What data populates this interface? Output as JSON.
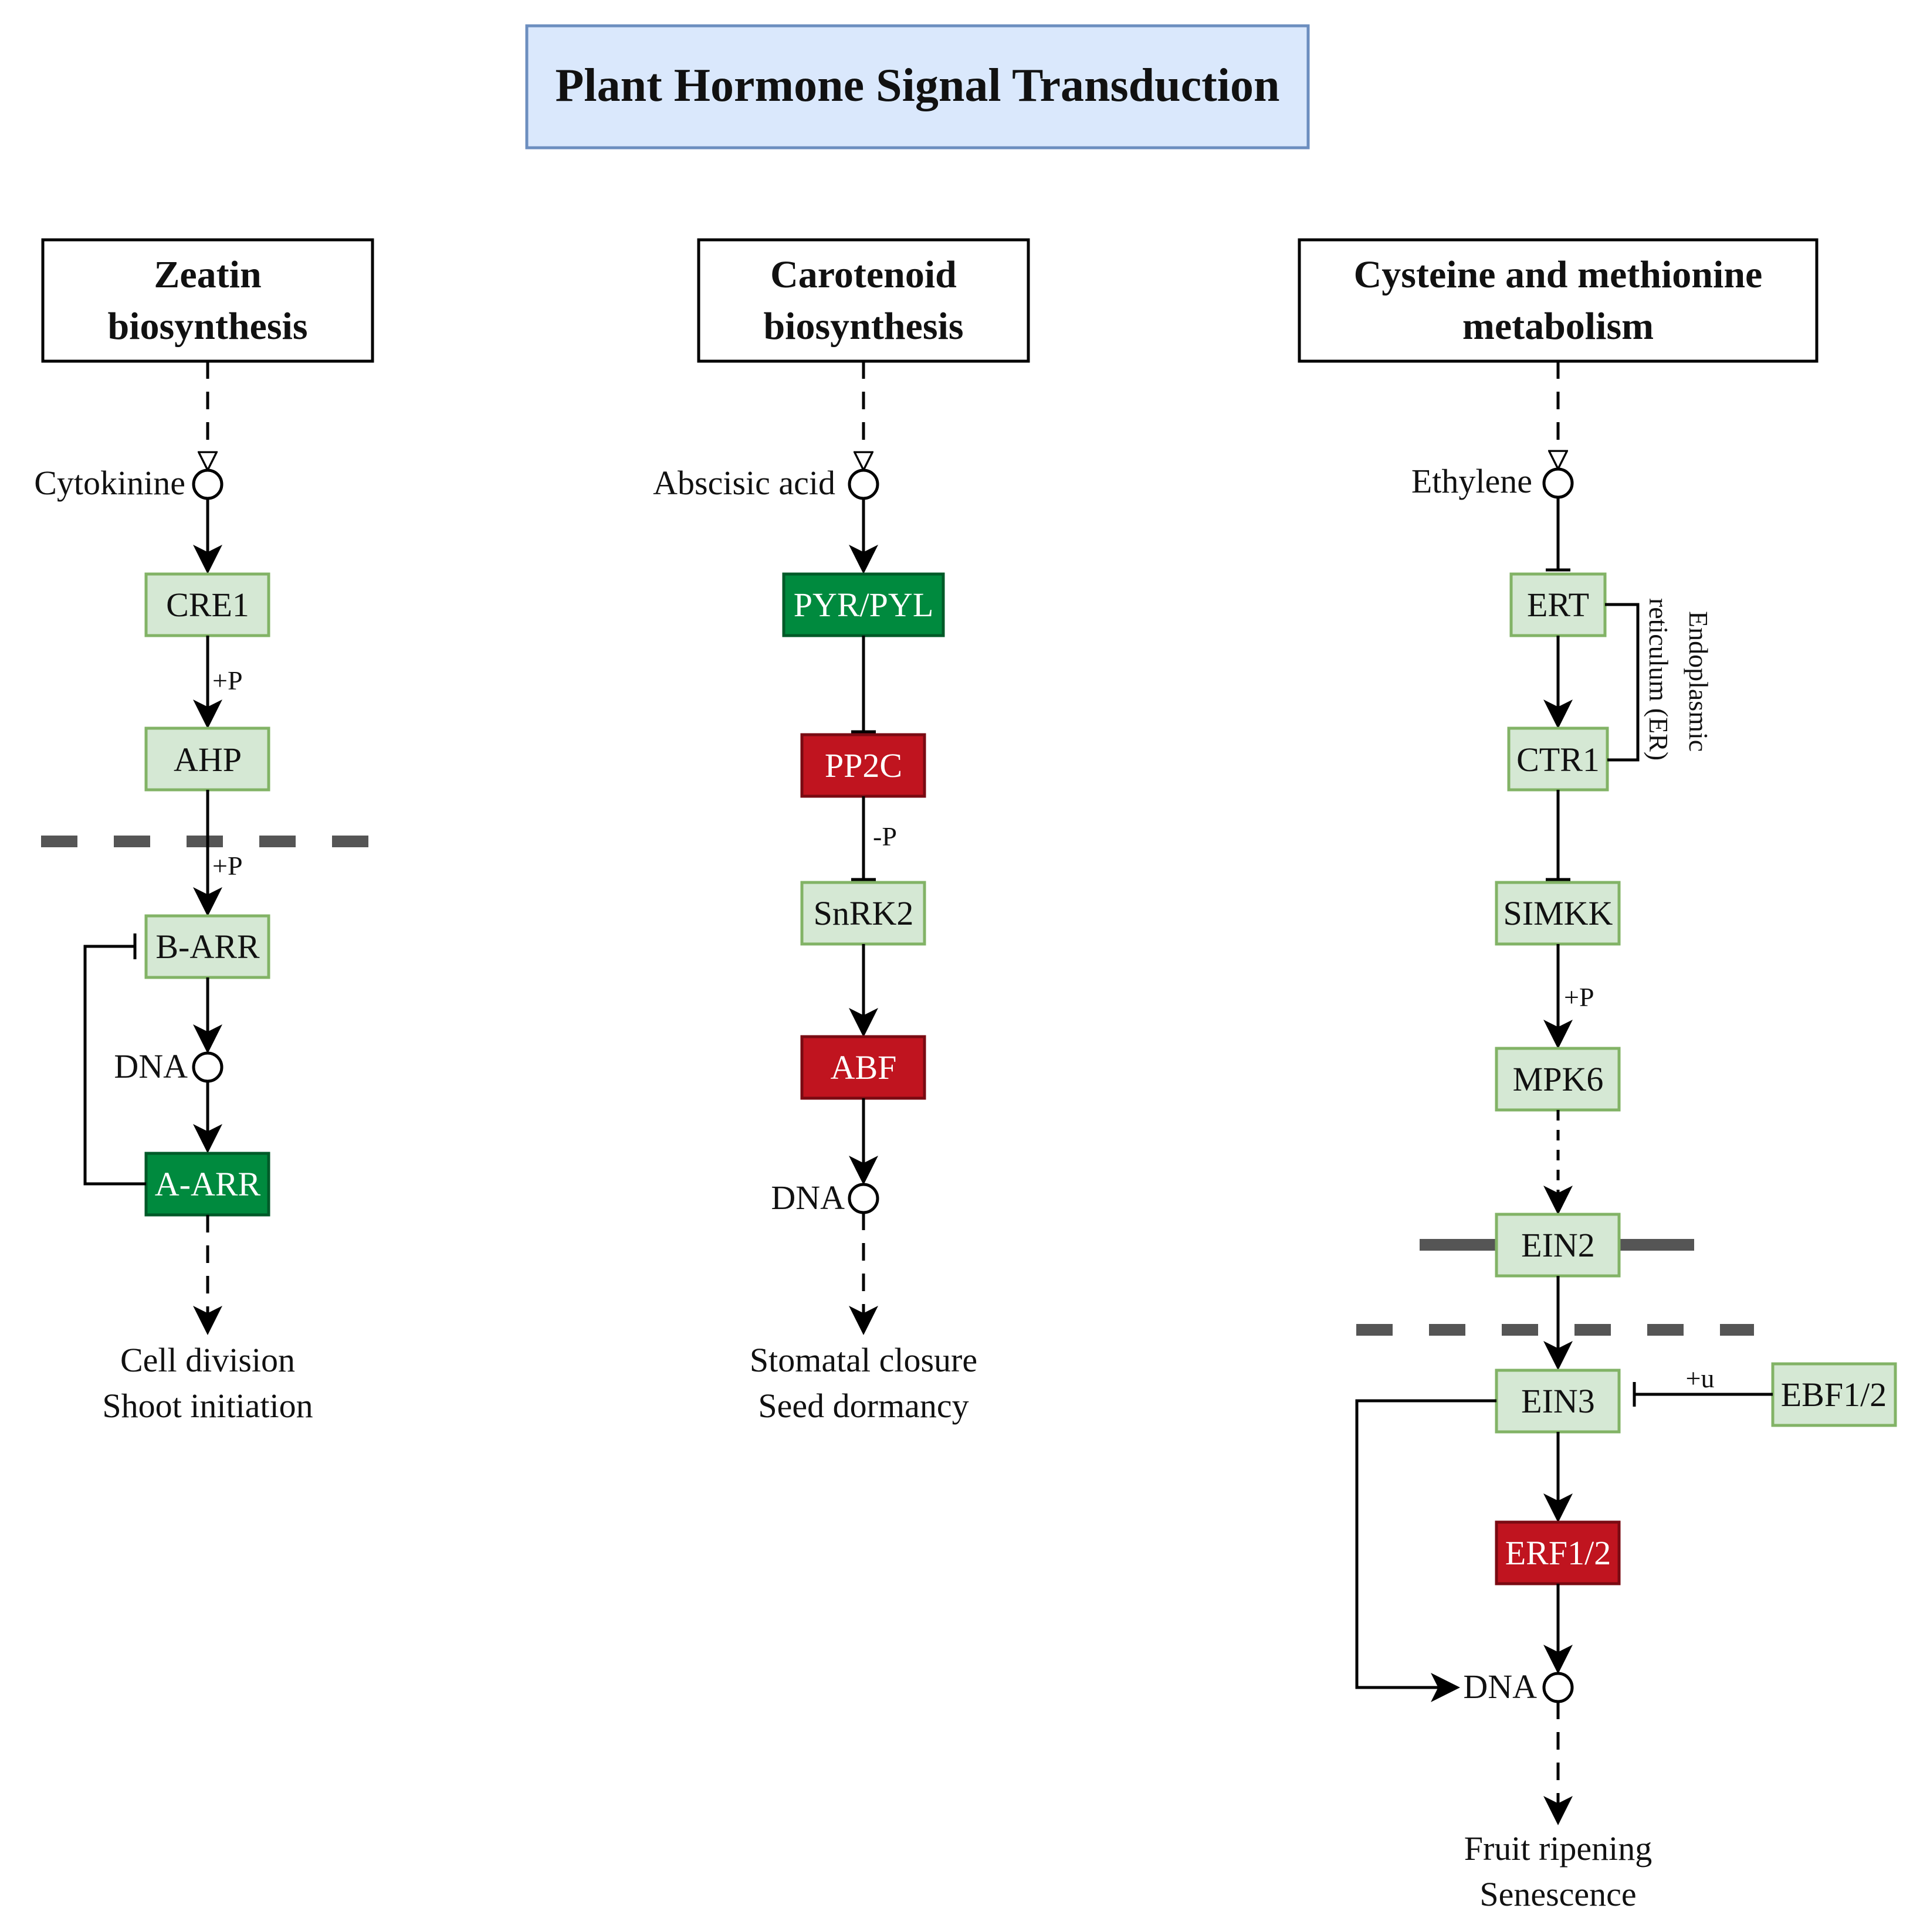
{
  "title": "Plant Hormone Signal Transduction",
  "colors": {
    "light_green_fill": "#d5e8d4",
    "light_green_stroke": "#82b366",
    "dark_green_fill": "#008a3e",
    "dark_green_stroke": "#005a28",
    "red_fill": "#c0141f",
    "red_stroke": "#7a0a12",
    "title_fill": "#dae8fc",
    "title_stroke": "#6c8ebf",
    "membrane": "#555555"
  },
  "columns": {
    "zeatin": {
      "header": [
        "Zeatin",
        "biosynthesis"
      ],
      "hormone": "Cytokinine",
      "nodes": {
        "cre1": "CRE1",
        "ahp": "AHP",
        "barr": "B-ARR",
        "aarr": "A-ARR"
      },
      "edge_labels": {
        "p1": "+P",
        "p2": "+P"
      },
      "dna": "DNA",
      "outcome": [
        "Cell division",
        "Shoot initiation"
      ]
    },
    "carotenoid": {
      "header": [
        "Carotenoid",
        "biosynthesis"
      ],
      "hormone": "Abscisic acid",
      "nodes": {
        "pyr": "PYR/PYL",
        "pp2c": "PP2C",
        "snrk2": "SnRK2",
        "abf": "ABF"
      },
      "edge_labels": {
        "m1": "-P"
      },
      "dna": "DNA",
      "outcome": [
        "Stomatal closure",
        "Seed dormancy"
      ]
    },
    "cysteine": {
      "header": [
        "Cysteine and methionine",
        "metabolism"
      ],
      "hormone": "Ethylene",
      "nodes": {
        "ert": "ERT",
        "ctr1": "CTR1",
        "simkk": "SIMKK",
        "mpk6": "MPK6",
        "ein2": "EIN2",
        "ein3": "EIN3",
        "erf": "ERF1/2",
        "ebf": "EBF1/2"
      },
      "edge_labels": {
        "p1": "+P",
        "u1": "+u"
      },
      "er_label": [
        "Endoplasmic",
        "reticulum (ER)"
      ],
      "dna": "DNA",
      "outcome": [
        "Fruit ripening",
        "Senescence"
      ]
    }
  }
}
